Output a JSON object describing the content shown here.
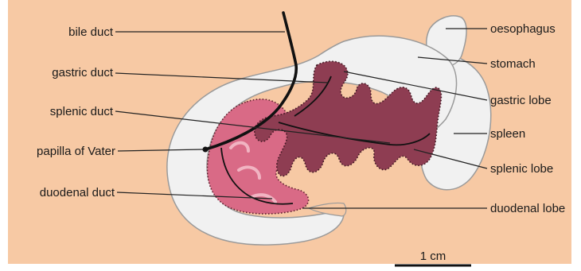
{
  "labels": {
    "bile_duct": "bile duct",
    "gastric_duct": "gastric duct",
    "splenic_duct": "splenic duct",
    "papilla": "papilla of Vater",
    "duodenal_duct": "duodenal duct",
    "oesophagus": "oesophagus",
    "stomach": "stomach",
    "gastric_lobe": "gastric lobe",
    "spleen": "spleen",
    "splenic_lobe": "splenic lobe",
    "duodenal_lobe": "duodenal lobe"
  },
  "scale_bar": {
    "label": "1 cm"
  },
  "colors": {
    "background": "#f7c9a4",
    "organ_fill": "#f1f1f1",
    "organ_outline": "#999999",
    "gastric_splenic_lobe": "#8e3d52",
    "duodenal_lobe": "#d96a86",
    "duct": "#111111"
  }
}
